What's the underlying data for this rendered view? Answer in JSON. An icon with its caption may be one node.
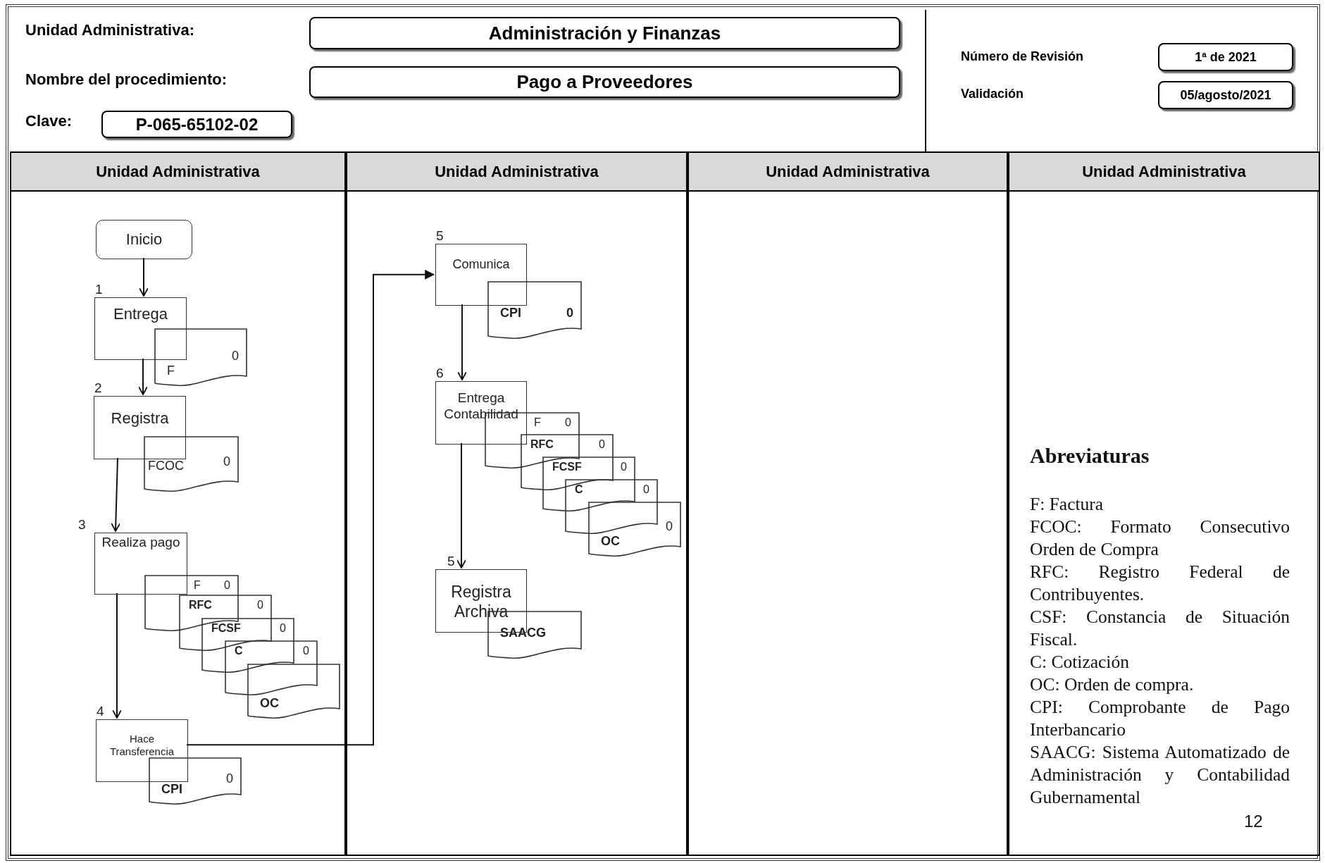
{
  "diagram": {
    "nodes": [
      {
        "text": [
          "Administración y Finanzas"
        ]
      },
      {
        "text": [
          "Pago a Proveedores"
        ]
      },
      {
        "text": [
          "P-065-65102-02"
        ]
      },
      {
        "text": [
          "1ª de 2021"
        ]
      },
      {
        "text": [
          "05/agosto/2021"
        ]
      },
      {
        "text": [
          "Unidad Administrativa"
        ]
      },
      {
        "text": [
          "Unidad Administrativa"
        ]
      },
      {
        "text": [
          "Unidad Administrativa"
        ]
      },
      {
        "text": [
          "Unidad Administrativa"
        ]
      },
      {
        "text": [
          "Inicio"
        ],
        "in": 5
      },
      {
        "text": [
          "Entrega"
        ],
        "in": 5,
        "beside": [
          "1"
        ]
      },
      {
        "text": [
          "F",
          "0"
        ],
        "in": 5
      },
      {
        "text": [
          "Registra"
        ],
        "in": 5,
        "beside": [
          "2"
        ]
      },
      {
        "text": [
          "FCOC",
          "0"
        ],
        "in": 5
      },
      {
        "text": [
          "Realiza pago"
        ],
        "in": 5,
        "beside": [
          "3"
        ]
      },
      {
        "text": [
          "F",
          "0"
        ],
        "in": 5
      },
      {
        "text": [
          "RFC",
          "0"
        ],
        "in": 5
      },
      {
        "text": [
          "FCSF",
          "0"
        ],
        "in": 5
      },
      {
        "text": [
          "C",
          "0"
        ],
        "in": 5
      },
      {
        "text": [
          "OC"
        ],
        "in": 5
      },
      {
        "text": [
          "Hace Transferencia"
        ],
        "in": 5,
        "beside": [
          "4"
        ]
      },
      {
        "text": [
          "CPI",
          "0"
        ],
        "in": 5
      },
      {
        "text": [
          "Comunica"
        ],
        "in": 6,
        "beside": [
          "5"
        ]
      },
      {
        "text": [
          "CPI",
          "0"
        ],
        "in": 6
      },
      {
        "text": [
          "Entrega Contabilidad"
        ],
        "in": 6,
        "beside": [
          "6"
        ]
      },
      {
        "text": [
          "F",
          "0"
        ],
        "in": 6
      },
      {
        "text": [
          "RFC",
          "0"
        ],
        "in": 6
      },
      {
        "text": [
          "FCSF",
          "0"
        ],
        "in": 6
      },
      {
        "text": [
          "C",
          "0"
        ],
        "in": 6
      },
      {
        "text": [
          "OC",
          "0"
        ],
        "in": 6
      },
      {
        "text": [
          "Registra Archiva"
        ],
        "in": 6,
        "beside": [
          "5"
        ]
      },
      {
        "text": [
          "SAACG"
        ],
        "in": 6
      }
    ],
    "edges": [
      {
        "from": 9,
        "to": 10,
        "arrow": "to"
      },
      {
        "from": 10,
        "to": 12,
        "arrow": "to"
      },
      {
        "from": 12,
        "to": 14,
        "arrow": "to"
      },
      {
        "from": 14,
        "to": 20,
        "arrow": "to"
      },
      {
        "from": 20,
        "to": 22,
        "arrow": "to"
      },
      {
        "from": 22,
        "to": 24,
        "arrow": "to"
      },
      {
        "from": 24,
        "to": 30,
        "arrow": "to"
      }
    ],
    "labels": [
      "Unidad Administrativa:",
      "Nombre del procedimiento:",
      "Clave:",
      "Número de Revisión",
      "Validación",
      "Abreviaturas",
      "F: Factura",
      "FCOC: Formato Consecutivo Orden de Compra",
      "RFC: Registro Federal de Contribuyentes.",
      "CSF: Constancia de Situación Fiscal.",
      "C: Cotización",
      "OC: Orden de compra.",
      "CPI: Comprobante de Pago Interbancario",
      "SAACG: Sistema Automatizado de Administración y Contabilidad Gubernamental",
      "12"
    ]
  }
}
